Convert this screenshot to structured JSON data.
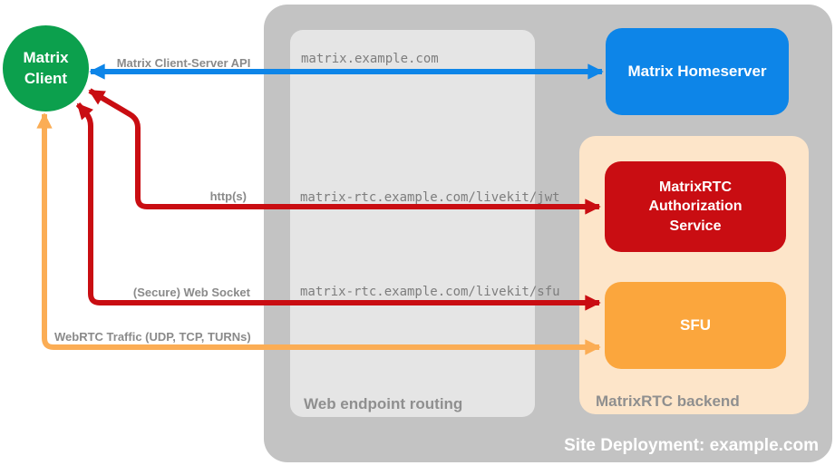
{
  "colors": {
    "outer_zone": "#c3c3c3",
    "routing_zone": "#e5e5e5",
    "backend_zone": "#fde5c9",
    "client_green": "#0ca04d",
    "homeserver_blue": "#0d85e8",
    "auth_red": "#c90d12",
    "sfu_orange": "#fba63d",
    "arrow_blue": "#0d85e8",
    "arrow_red": "#c90d12",
    "arrow_orange": "#fbad55",
    "label_gray": "#8a8a8a",
    "url_gray": "#7d7d7d",
    "site_label": "#ffffff"
  },
  "nodes": {
    "client": {
      "label": "Matrix Client"
    },
    "homeserver": {
      "label": "Matrix Homeserver"
    },
    "auth_service": {
      "label": "MatrixRTC Authorization Service"
    },
    "sfu": {
      "label": "SFU"
    }
  },
  "containers": {
    "site": {
      "label": "Site Deployment: example.com"
    },
    "routing": {
      "label": "Web endpoint routing"
    },
    "backend": {
      "label": "MatrixRTC backend"
    }
  },
  "connections": {
    "api": {
      "label": "Matrix Client-Server API",
      "route": "matrix.example.com",
      "from": "Matrix Homeserver",
      "to": "Matrix Client",
      "color": "#0d85e8"
    },
    "http": {
      "label": "http(s)",
      "route": "matrix-rtc.example.com/livekit/jwt",
      "from": "Matrix Client",
      "to": "MatrixRTC Authorization Service",
      "color": "#c90d12"
    },
    "websocket": {
      "label": "(Secure) Web Socket",
      "route": "matrix-rtc.example.com/livekit/sfu",
      "from": "Matrix Client",
      "to": "SFU",
      "color": "#c90d12"
    },
    "webrtc": {
      "label": "WebRTC Traffic (UDP, TCP, TURNs)",
      "from": "Matrix Client",
      "to": "SFU",
      "color": "#fbad55"
    }
  }
}
